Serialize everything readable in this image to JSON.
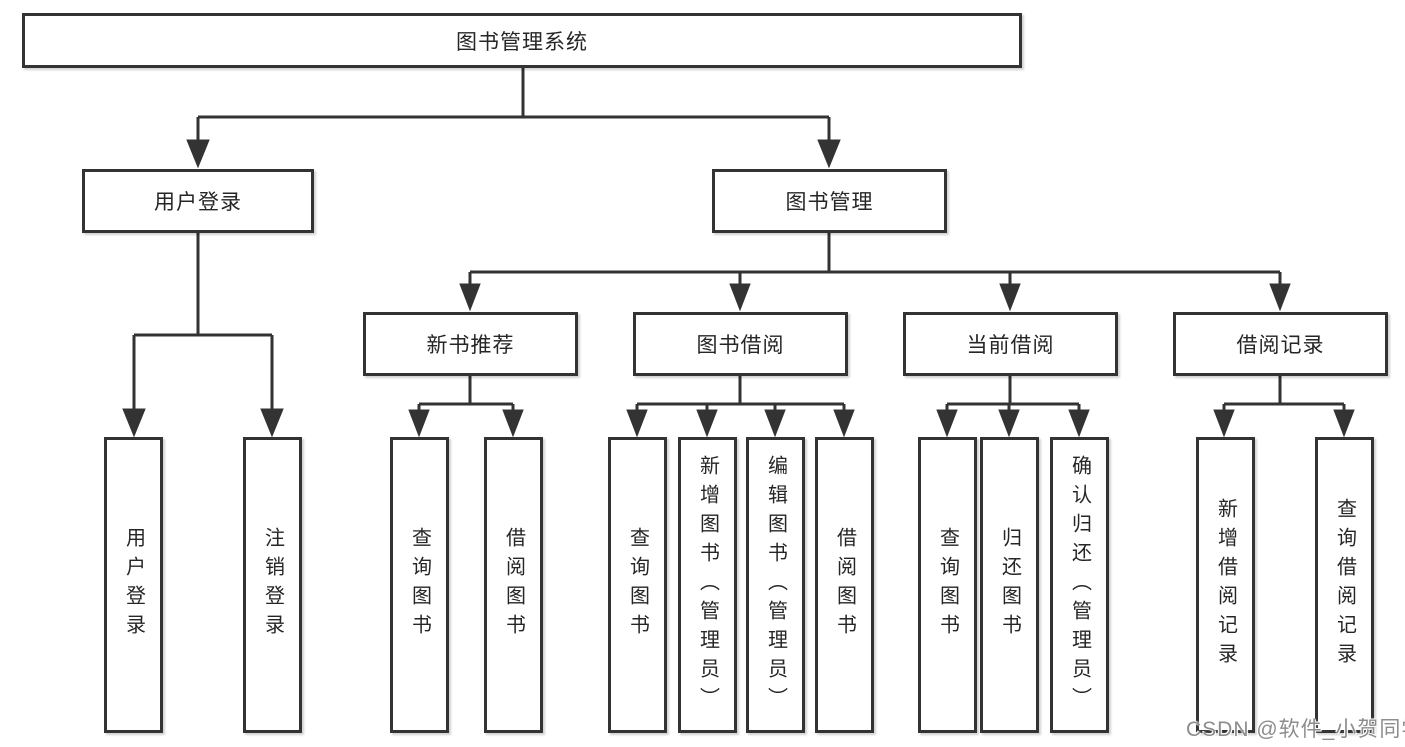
{
  "diagram": {
    "root": {
      "label": "图书管理系统"
    },
    "branches": [
      {
        "label": "用户登录",
        "leaves": [
          "用户登录",
          "注销登录"
        ]
      },
      {
        "label": "图书管理",
        "groups": [
          {
            "label": "新书推荐",
            "leaves": [
              "查询图书",
              "借阅图书"
            ]
          },
          {
            "label": "图书借阅",
            "leaves": [
              "查询图书",
              "新增图书（管理员）",
              "编辑图书（管理员）",
              "借阅图书"
            ]
          },
          {
            "label": "当前借阅",
            "leaves": [
              "查询图书",
              "归还图书",
              "确认归还（管理员）"
            ]
          },
          {
            "label": "借阅记录",
            "leaves": [
              "新增借阅记录",
              "查询借阅记录"
            ]
          }
        ]
      }
    ]
  },
  "watermark": {
    "text": "CSDN @软件_小贺同学"
  },
  "colors": {
    "line": "#333333",
    "border": "#333333",
    "fill": "#ffffff",
    "text": "#262626",
    "watermark": "#8d8d8d"
  }
}
